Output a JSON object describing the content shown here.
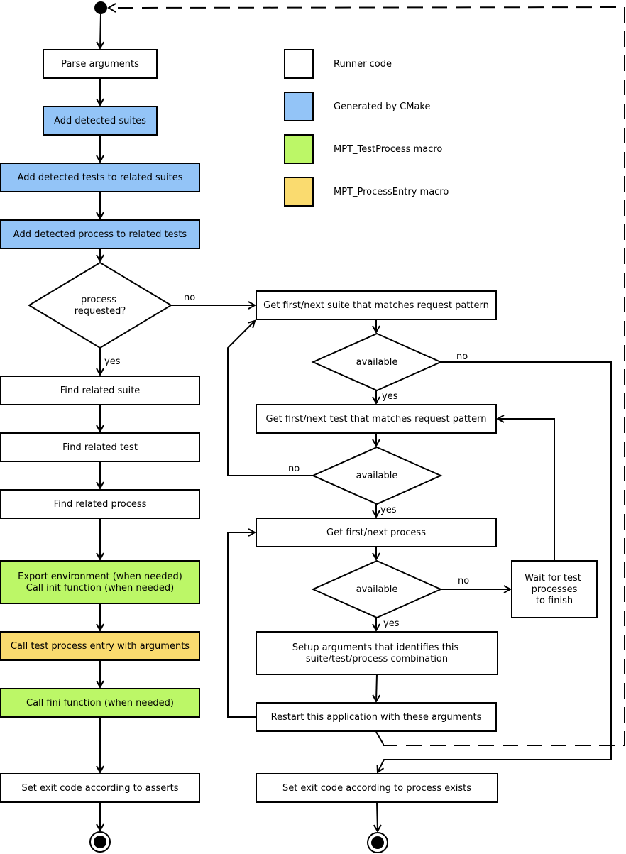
{
  "colors": {
    "runner": "#ffffff",
    "cmake": "#93c4f7",
    "test_process": "#bcf767",
    "process_entry": "#fadb6f"
  },
  "legend": {
    "runner": "Runner code",
    "cmake": "Generated by CMake",
    "test_process": "MPT_TestProcess macro",
    "process_entry": "MPT_ProcessEntry macro"
  },
  "left": {
    "parse": "Parse arguments",
    "add_suites": "Add detected suites",
    "add_tests": "Add detected tests to related suites",
    "add_process": "Add detected process to related tests",
    "decision_line1": "process",
    "decision_line2": "requested?",
    "find_suite": "Find related suite",
    "find_test": "Find related test",
    "find_process": "Find related process",
    "export_line1": "Export environment (when needed)",
    "export_line2": "Call init function (when needed)",
    "call_entry": "Call test process entry with arguments",
    "call_fini": "Call fini function (when needed)",
    "exit_asserts": "Set exit code according to asserts"
  },
  "right": {
    "get_suite": "Get first/next suite that matches request pattern",
    "available1": "available",
    "get_test": "Get first/next test that matches request pattern",
    "available2": "available",
    "get_process": "Get first/next process",
    "available3": "available",
    "wait_line1": "Wait for test",
    "wait_line2": "processes",
    "wait_line3": "to finish",
    "setup_line1": "Setup arguments that identifies this",
    "setup_line2": "suite/test/process combination",
    "restart": "Restart this application with these arguments",
    "exit_process": "Set exit code according to process exists"
  },
  "edge_labels": {
    "no": "no",
    "yes": "yes"
  }
}
